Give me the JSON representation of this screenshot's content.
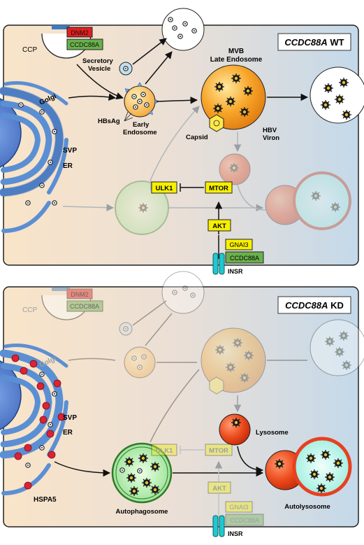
{
  "panels": [
    {
      "title_gene": "CCDC88A",
      "title_suffix": "WT",
      "labels": {
        "ccp": "CCP",
        "dnm2": "DNM2",
        "ccdc88a": "CCDC88A",
        "secretory_vesicle_1": "Secretory",
        "secretory_vesicle_2": "Vesicle",
        "golgi": "Golgi",
        "hbsag": "HBsAg",
        "early_endosome_1": "Early",
        "early_endosome_2": "Endosome",
        "mvb_1": "MVB",
        "mvb_2": "Late Endosome",
        "capsid": "Capsid",
        "hbv_virion_1": "HBV",
        "hbv_virion_2": "Viron",
        "svp": "SVP",
        "er": "ER",
        "ulk1": "ULK1",
        "mtor": "MTOR",
        "akt": "AKT",
        "gnai3": "GNAI3",
        "ccdc88a_bottom": "CCDC88A",
        "insr": "INSR"
      }
    },
    {
      "title_gene": "CCDC88A",
      "title_suffix": "KD",
      "labels": {
        "ccp": "CCP",
        "dnm2": "DNM2",
        "ccdc88a": "CCDC88A",
        "golgi": "Golgi",
        "svp": "SVP",
        "er": "ER",
        "hspa5": "HSPA5",
        "lysosome": "Lysosome",
        "ulk1": "ULK1",
        "mtor": "MTOR",
        "akt": "AKT",
        "gnai3": "GNAI3",
        "ccdc88a_bottom": "CCDC88A",
        "insr": "INSR",
        "autophagosome": "Autophagosome",
        "autolysosome": "Autolysosome"
      }
    }
  ],
  "colors": {
    "bg_left": "#f8e6cc",
    "bg_right": "#c9dceb",
    "golgi_blue": "#5b8fd4",
    "nucleus_blue": "#4a78c8",
    "dnm2_red": "#e02020",
    "ccdc88a_green": "#6ab04c",
    "signal_yellow": "#f7f000",
    "insr_cyan": "#20c8d0",
    "mvb_orange": "#f5a020",
    "autophagosome_green": "#b8f0b0",
    "lysosome_red": "#e84020",
    "autolysosome_cyan": "#b8f0e8",
    "hspa5_red": "#dd2233"
  }
}
